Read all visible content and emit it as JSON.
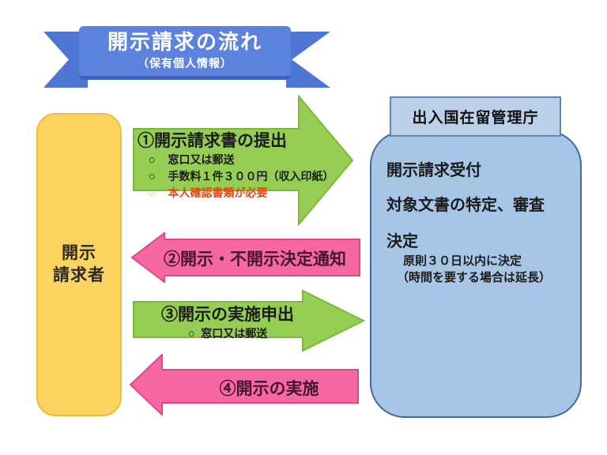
{
  "banner": {
    "title": "開示請求の流れ",
    "subtitle": "（保有個人情報）"
  },
  "requester_box": {
    "line1": "開示",
    "line2": "請求者"
  },
  "agency": {
    "header": "出入国在留管理庁",
    "items": [
      "開示請求受付",
      "対象文書の特定、審査",
      "決定"
    ],
    "sub_items": [
      "原則３０日以内に決定",
      "（時間を要する場合は延長）"
    ]
  },
  "arrows": [
    {
      "title": "①開示請求書の提出",
      "direction": "right",
      "color": "green",
      "bullets": [
        {
          "marker": "○",
          "text": "窓口又は郵送"
        },
        {
          "marker": "○",
          "text": "手数料１件３００円（収入印紙）"
        },
        {
          "marker": "○",
          "text": "本人確認書類が必要"
        }
      ]
    },
    {
      "title": "②開示・不開示決定通知",
      "direction": "left",
      "color": "pink"
    },
    {
      "title": "③開示の実施申出",
      "direction": "right",
      "color": "green",
      "bullets": [
        {
          "marker": "○",
          "text": "窓口又は郵送"
        }
      ]
    },
    {
      "title": "④開示の実施",
      "direction": "left",
      "color": "pink"
    }
  ],
  "colors": {
    "ribbon_tail": "#5076D4",
    "ribbon_center": "#5B82DC",
    "ribbon_fold": "#3E62BA",
    "yellow_fill": "#FBD35F",
    "yellow_border": "#EBBE45",
    "green_fill": "#95CE52",
    "green_border": "#7DB83C",
    "pink_fill": "#F768A3",
    "pink_border": "#DB4A88",
    "pink_text": "#451530",
    "agency_fill": "#A7C6E6",
    "agency_border": "#47689F",
    "header_fill": "#BCD0E9",
    "header_border": "#5E86B8",
    "warning_red": "#E8470F",
    "warning_marker": "#C2C94E"
  }
}
